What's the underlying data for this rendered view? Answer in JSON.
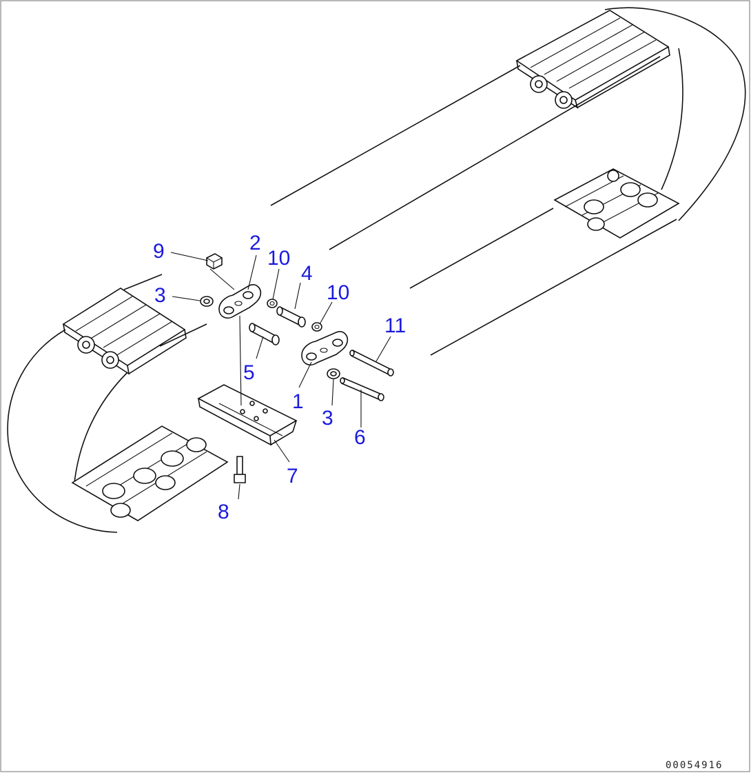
{
  "diagram": {
    "callouts": [
      {
        "id": "c9",
        "label": "9"
      },
      {
        "id": "c2",
        "label": "2"
      },
      {
        "id": "c10a",
        "label": "10"
      },
      {
        "id": "c4",
        "label": "4"
      },
      {
        "id": "c10b",
        "label": "10"
      },
      {
        "id": "c3a",
        "label": "3"
      },
      {
        "id": "c11",
        "label": "11"
      },
      {
        "id": "c5",
        "label": "5"
      },
      {
        "id": "c1",
        "label": "1"
      },
      {
        "id": "c3b",
        "label": "3"
      },
      {
        "id": "c6",
        "label": "6"
      },
      {
        "id": "c7",
        "label": "7"
      },
      {
        "id": "c8",
        "label": "8"
      }
    ],
    "drawing_code": "00054916",
    "colors": {
      "callout": "#1a1adc",
      "line": "#111111",
      "background": "#ffffff"
    }
  }
}
